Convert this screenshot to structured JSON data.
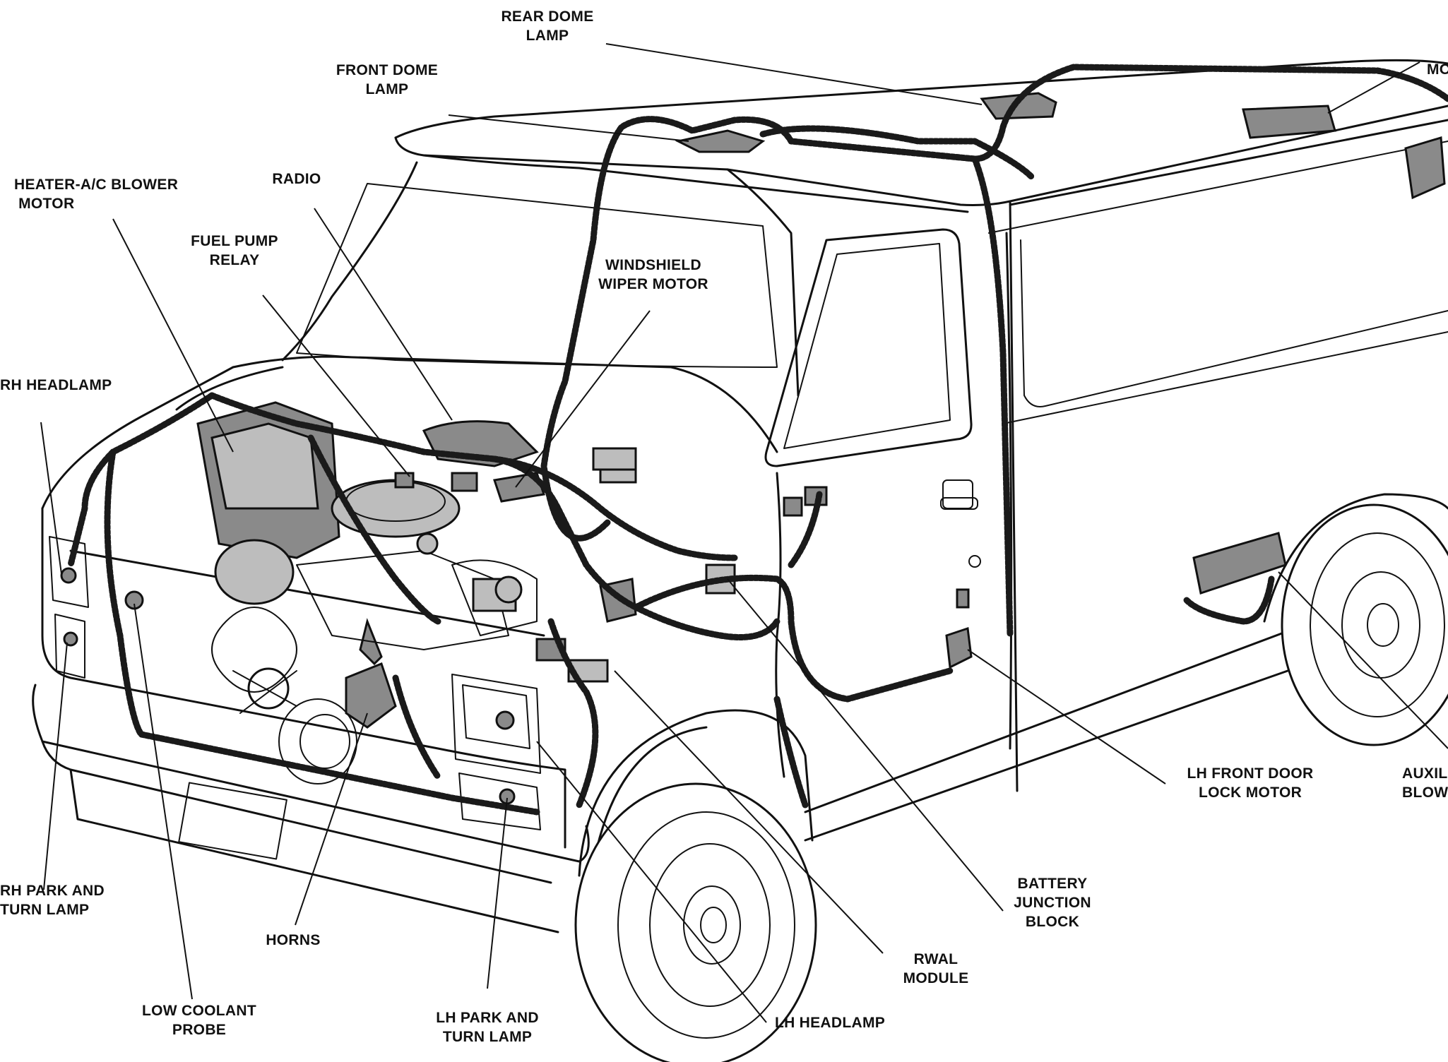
{
  "diagram": {
    "labels": {
      "rear_dome_lamp": "REAR DOME\nLAMP",
      "front_dome_lamp": "FRONT DOME\nLAMP",
      "heater_ac_blower_motor": "HEATER-A/C BLOWER\n MOTOR",
      "radio": "RADIO",
      "fuel_pump_relay": "FUEL PUMP\nRELAY",
      "windshield_wiper_motor": "WINDSHIELD\nWIPER MOTOR",
      "rh_headlamp": "RH HEADLAMP",
      "rh_park_and_turn_lamp": "RH PARK AND\nTURN LAMP",
      "horns": "HORNS",
      "low_coolant_probe": "LOW COOLANT\nPROBE",
      "lh_park_and_turn_lamp": "LH PARK AND\nTURN LAMP",
      "lh_headlamp": "LH HEADLAMP",
      "rwal_module": "RWAL\nMODULE",
      "battery_junction_block": "BATTERY\nJUNCTION\nBLOCK",
      "lh_front_door_lock_motor": "LH FRONT DOOR\nLOCK MOTOR",
      "auxiliary_blower_partial": "AUXIL\nBLOW",
      "top_right_partial": "MO"
    }
  }
}
